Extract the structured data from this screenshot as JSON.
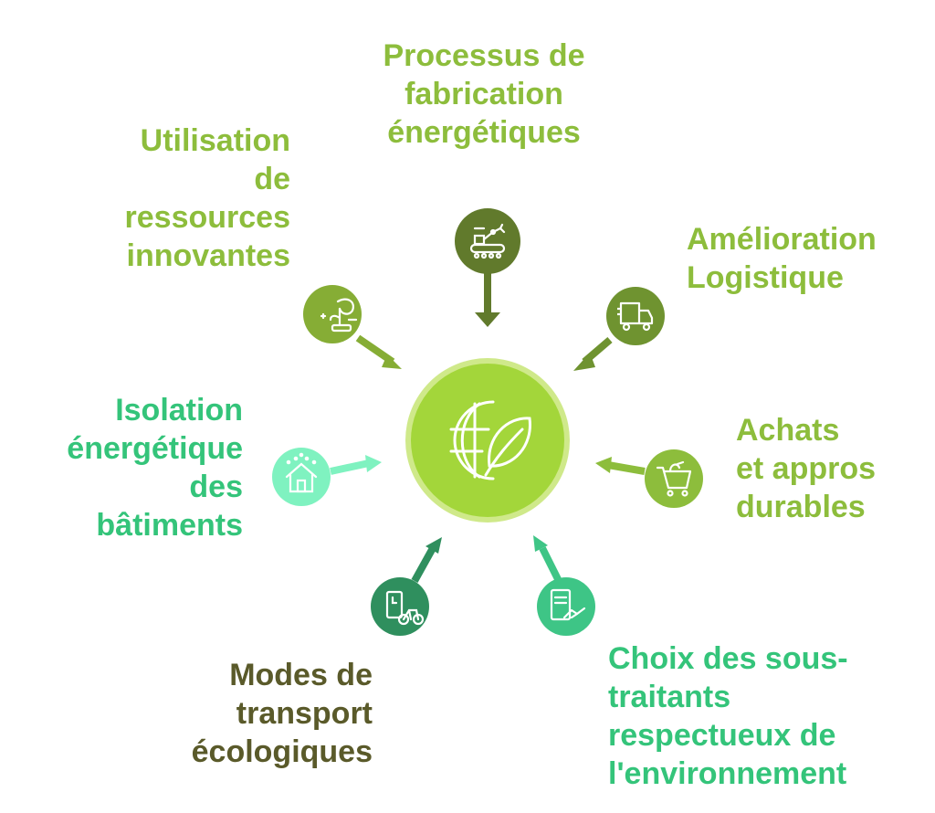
{
  "colors": {
    "center": "#a3d63a",
    "center_ring": "#cfe98a",
    "label_lime": "#8dbd3c",
    "label_mint": "#34c47a",
    "label_dark": "#5a5a2a",
    "circle_top": "#617a2c",
    "circle_tl": "#86ad35",
    "circle_tr": "#6f9330",
    "circle_l": "#7ff2c0",
    "circle_r": "#8dbd3c",
    "circle_bl": "#2f8f5e",
    "circle_br": "#3ec586"
  },
  "center": {
    "icon": "globe-leaf-icon"
  },
  "nodes": {
    "top": {
      "lines": [
        "Processus de",
        "fabrication",
        "énergétiques"
      ],
      "icon": "robot-arm-conveyor-icon"
    },
    "top_left": {
      "lines": [
        "Utilisation",
        "de",
        "ressources",
        "innovantes"
      ],
      "icon": "plant-sparkle-icon"
    },
    "top_right": {
      "lines": [
        "Amélioration",
        "Logistique"
      ],
      "icon": "truck-icon"
    },
    "left": {
      "lines": [
        "Isolation",
        "énergétique",
        "des",
        "bâtiments"
      ],
      "icon": "insulated-house-icon"
    },
    "right": {
      "lines": [
        "Achats",
        "et appros",
        "durables"
      ],
      "icon": "shopping-cart-icon"
    },
    "bottom_left": {
      "lines": [
        "Modes de",
        "transport",
        "écologiques"
      ],
      "icon": "phone-bicycle-icon"
    },
    "bottom_right": {
      "lines": [
        "Choix des sous-",
        "traitants",
        "respectueux de",
        "l'environnement"
      ],
      "icon": "contract-handshake-icon"
    }
  }
}
